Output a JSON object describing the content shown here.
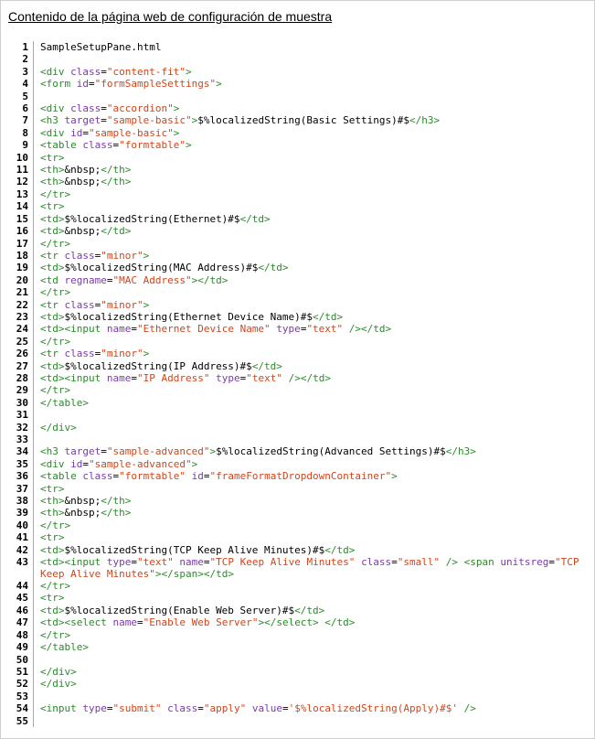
{
  "page": {
    "title": "Contenido de la página web de configuración de muestra"
  },
  "code": {
    "colors": {
      "tag": "#2b8a2b",
      "attr": "#7a3aa8",
      "value": "#d1451b",
      "plain": "#000000"
    },
    "lines": [
      {
        "n": "1",
        "tokens": [
          [
            "plain",
            "SampleSetupPane.html"
          ]
        ]
      },
      {
        "n": "2",
        "tokens": []
      },
      {
        "n": "3",
        "tokens": [
          [
            "tag",
            "<div "
          ],
          [
            "attr",
            "class"
          ],
          [
            "plain",
            "="
          ],
          [
            "val",
            "\"content-fit\""
          ],
          [
            "tag",
            ">"
          ]
        ]
      },
      {
        "n": "4",
        "tokens": [
          [
            "tag",
            "<form "
          ],
          [
            "attr",
            "id"
          ],
          [
            "plain",
            "="
          ],
          [
            "val",
            "\"formSampleSettings\""
          ],
          [
            "tag",
            ">"
          ]
        ]
      },
      {
        "n": "5",
        "tokens": []
      },
      {
        "n": "6",
        "tokens": [
          [
            "tag",
            "<div "
          ],
          [
            "attr",
            "class"
          ],
          [
            "plain",
            "="
          ],
          [
            "val",
            "\"accordion\""
          ],
          [
            "tag",
            ">"
          ]
        ]
      },
      {
        "n": "7",
        "tokens": [
          [
            "tag",
            "<h3 "
          ],
          [
            "attr",
            "target"
          ],
          [
            "plain",
            "="
          ],
          [
            "val",
            "\"sample-basic\""
          ],
          [
            "tag",
            ">"
          ],
          [
            "plain",
            "$%localizedString(Basic Settings)#$"
          ],
          [
            "tag",
            "</h3>"
          ]
        ]
      },
      {
        "n": "8",
        "tokens": [
          [
            "tag",
            "<div "
          ],
          [
            "attr",
            "id"
          ],
          [
            "plain",
            "="
          ],
          [
            "val",
            "\"sample-basic\""
          ],
          [
            "tag",
            ">"
          ]
        ]
      },
      {
        "n": "9",
        "tokens": [
          [
            "tag",
            "<table "
          ],
          [
            "attr",
            "class"
          ],
          [
            "plain",
            "="
          ],
          [
            "val",
            "\"formtable\""
          ],
          [
            "tag",
            ">"
          ]
        ]
      },
      {
        "n": "10",
        "tokens": [
          [
            "tag",
            "<tr>"
          ]
        ]
      },
      {
        "n": "11",
        "tokens": [
          [
            "tag",
            "<th>"
          ],
          [
            "plain",
            "&nbsp;"
          ],
          [
            "tag",
            "</th>"
          ]
        ]
      },
      {
        "n": "12",
        "tokens": [
          [
            "tag",
            "<th>"
          ],
          [
            "plain",
            "&nbsp;"
          ],
          [
            "tag",
            "</th>"
          ]
        ]
      },
      {
        "n": "13",
        "tokens": [
          [
            "tag",
            "</tr>"
          ]
        ]
      },
      {
        "n": "14",
        "tokens": [
          [
            "tag",
            "<tr>"
          ]
        ]
      },
      {
        "n": "15",
        "tokens": [
          [
            "tag",
            "<td>"
          ],
          [
            "plain",
            "$%localizedString(Ethernet)#$"
          ],
          [
            "tag",
            "</td>"
          ]
        ]
      },
      {
        "n": "16",
        "tokens": [
          [
            "tag",
            "<td>"
          ],
          [
            "plain",
            "&nbsp;"
          ],
          [
            "tag",
            "</td>"
          ]
        ]
      },
      {
        "n": "17",
        "tokens": [
          [
            "tag",
            "</tr>"
          ]
        ]
      },
      {
        "n": "18",
        "tokens": [
          [
            "tag",
            "<tr "
          ],
          [
            "attr",
            "class"
          ],
          [
            "plain",
            "="
          ],
          [
            "val",
            "\"minor\""
          ],
          [
            "tag",
            ">"
          ]
        ]
      },
      {
        "n": "19",
        "tokens": [
          [
            "tag",
            "<td>"
          ],
          [
            "plain",
            "$%localizedString(MAC Address)#$"
          ],
          [
            "tag",
            "</td>"
          ]
        ]
      },
      {
        "n": "20",
        "tokens": [
          [
            "tag",
            "<td "
          ],
          [
            "attr",
            "regname"
          ],
          [
            "plain",
            "="
          ],
          [
            "val",
            "\"MAC Address\""
          ],
          [
            "tag",
            "></td>"
          ]
        ]
      },
      {
        "n": "21",
        "tokens": [
          [
            "tag",
            "</tr>"
          ]
        ]
      },
      {
        "n": "22",
        "tokens": [
          [
            "tag",
            "<tr "
          ],
          [
            "attr",
            "class"
          ],
          [
            "plain",
            "="
          ],
          [
            "val",
            "\"minor\""
          ],
          [
            "tag",
            ">"
          ]
        ]
      },
      {
        "n": "23",
        "tokens": [
          [
            "tag",
            "<td>"
          ],
          [
            "plain",
            "$%localizedString(Ethernet Device Name)#$"
          ],
          [
            "tag",
            "</td>"
          ]
        ]
      },
      {
        "n": "24",
        "tokens": [
          [
            "tag",
            "<td><input "
          ],
          [
            "attr",
            "name"
          ],
          [
            "plain",
            "="
          ],
          [
            "val",
            "\"Ethernet Device Name\""
          ],
          [
            "plain",
            " "
          ],
          [
            "attr",
            "type"
          ],
          [
            "plain",
            "="
          ],
          [
            "val",
            "\"text\""
          ],
          [
            "tag",
            " /></td>"
          ]
        ]
      },
      {
        "n": "25",
        "tokens": [
          [
            "tag",
            "</tr>"
          ]
        ]
      },
      {
        "n": "26",
        "tokens": [
          [
            "tag",
            "<tr "
          ],
          [
            "attr",
            "class"
          ],
          [
            "plain",
            "="
          ],
          [
            "val",
            "\"minor\""
          ],
          [
            "tag",
            ">"
          ]
        ]
      },
      {
        "n": "27",
        "tokens": [
          [
            "tag",
            "<td>"
          ],
          [
            "plain",
            "$%localizedString(IP Address)#$"
          ],
          [
            "tag",
            "</td>"
          ]
        ]
      },
      {
        "n": "28",
        "tokens": [
          [
            "tag",
            "<td><input "
          ],
          [
            "attr",
            "name"
          ],
          [
            "plain",
            "="
          ],
          [
            "val",
            "\"IP Address\""
          ],
          [
            "plain",
            " "
          ],
          [
            "attr",
            "type"
          ],
          [
            "plain",
            "="
          ],
          [
            "val",
            "\"text\""
          ],
          [
            "tag",
            " /></td>"
          ]
        ]
      },
      {
        "n": "29",
        "tokens": [
          [
            "tag",
            "</tr>"
          ]
        ]
      },
      {
        "n": "30",
        "tokens": [
          [
            "tag",
            "</table>"
          ]
        ]
      },
      {
        "n": "31",
        "tokens": []
      },
      {
        "n": "32",
        "tokens": [
          [
            "tag",
            "</div>"
          ]
        ]
      },
      {
        "n": "33",
        "tokens": []
      },
      {
        "n": "34",
        "tokens": [
          [
            "tag",
            "<h3 "
          ],
          [
            "attr",
            "target"
          ],
          [
            "plain",
            "="
          ],
          [
            "val",
            "\"sample-advanced\""
          ],
          [
            "tag",
            ">"
          ],
          [
            "plain",
            "$%localizedString(Advanced Settings)#$"
          ],
          [
            "tag",
            "</h3>"
          ]
        ]
      },
      {
        "n": "35",
        "tokens": [
          [
            "tag",
            "<div "
          ],
          [
            "attr",
            "id"
          ],
          [
            "plain",
            "="
          ],
          [
            "val",
            "\"sample-advanced\""
          ],
          [
            "tag",
            ">"
          ]
        ]
      },
      {
        "n": "36",
        "tokens": [
          [
            "tag",
            "<table "
          ],
          [
            "attr",
            "class"
          ],
          [
            "plain",
            "="
          ],
          [
            "val",
            "\"formtable\""
          ],
          [
            "plain",
            " "
          ],
          [
            "attr",
            "id"
          ],
          [
            "plain",
            "="
          ],
          [
            "val",
            "\"frameFormatDropdownContainer\""
          ],
          [
            "tag",
            ">"
          ]
        ]
      },
      {
        "n": "37",
        "tokens": [
          [
            "tag",
            "<tr>"
          ]
        ]
      },
      {
        "n": "38",
        "tokens": [
          [
            "tag",
            "<th>"
          ],
          [
            "plain",
            "&nbsp;"
          ],
          [
            "tag",
            "</th>"
          ]
        ]
      },
      {
        "n": "39",
        "tokens": [
          [
            "tag",
            "<th>"
          ],
          [
            "plain",
            "&nbsp;"
          ],
          [
            "tag",
            "</th>"
          ]
        ]
      },
      {
        "n": "40",
        "tokens": [
          [
            "tag",
            "</tr>"
          ]
        ]
      },
      {
        "n": "41",
        "tokens": [
          [
            "tag",
            "<tr>"
          ]
        ]
      },
      {
        "n": "42",
        "tokens": [
          [
            "tag",
            "<td>"
          ],
          [
            "plain",
            "$%localizedString(TCP Keep Alive Minutes)#$"
          ],
          [
            "tag",
            "</td>"
          ]
        ]
      },
      {
        "n": "43",
        "wrap": true,
        "tokens": [
          [
            "tag",
            "<td><input "
          ],
          [
            "attr",
            "type"
          ],
          [
            "plain",
            "="
          ],
          [
            "val",
            "\"text\""
          ],
          [
            "plain",
            " "
          ],
          [
            "attr",
            "name"
          ],
          [
            "plain",
            "="
          ],
          [
            "val",
            "\"TCP Keep Alive Minutes\""
          ],
          [
            "plain",
            " "
          ],
          [
            "attr",
            "class"
          ],
          [
            "plain",
            "="
          ],
          [
            "val",
            "\"small\""
          ],
          [
            "tag",
            " /> <span "
          ],
          [
            "attr",
            "unitsreg"
          ],
          [
            "plain",
            "="
          ],
          [
            "val",
            "\"TCP Keep Alive Minutes\""
          ],
          [
            "tag",
            "></span></td>"
          ]
        ]
      },
      {
        "n": "44",
        "tokens": [
          [
            "tag",
            "</tr>"
          ]
        ]
      },
      {
        "n": "45",
        "tokens": [
          [
            "tag",
            "<tr>"
          ]
        ]
      },
      {
        "n": "46",
        "tokens": [
          [
            "tag",
            "<td>"
          ],
          [
            "plain",
            "$%localizedString(Enable Web Server)#$"
          ],
          [
            "tag",
            "</td>"
          ]
        ]
      },
      {
        "n": "47",
        "tokens": [
          [
            "tag",
            "<td><select "
          ],
          [
            "attr",
            "name"
          ],
          [
            "plain",
            "="
          ],
          [
            "val",
            "\"Enable Web Server\""
          ],
          [
            "tag",
            "></select> </td>"
          ]
        ]
      },
      {
        "n": "48",
        "tokens": [
          [
            "tag",
            "</tr>"
          ]
        ]
      },
      {
        "n": "49",
        "tokens": [
          [
            "tag",
            "</table>"
          ]
        ]
      },
      {
        "n": "50",
        "tokens": []
      },
      {
        "n": "51",
        "tokens": [
          [
            "tag",
            "</div>"
          ]
        ]
      },
      {
        "n": "52",
        "tokens": [
          [
            "tag",
            "</div>"
          ]
        ]
      },
      {
        "n": "53",
        "tokens": []
      },
      {
        "n": "54",
        "tokens": [
          [
            "tag",
            "<input "
          ],
          [
            "attr",
            "type"
          ],
          [
            "plain",
            "="
          ],
          [
            "val",
            "\"submit\""
          ],
          [
            "plain",
            " "
          ],
          [
            "attr",
            "class"
          ],
          [
            "plain",
            "="
          ],
          [
            "val",
            "\"apply\""
          ],
          [
            "plain",
            " "
          ],
          [
            "attr",
            "value"
          ],
          [
            "plain",
            "="
          ],
          [
            "val",
            "'$%localizedString(Apply)#$'"
          ],
          [
            "tag",
            " />"
          ]
        ]
      },
      {
        "n": "55",
        "tokens": []
      }
    ]
  }
}
